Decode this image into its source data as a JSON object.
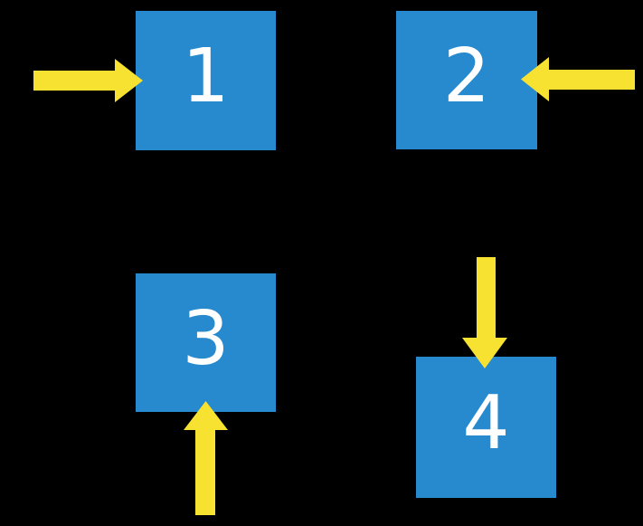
{
  "colors": {
    "background": "#000000",
    "square_fill": "#2789CE",
    "arrow_fill": "#F7E231",
    "label_text": "#FFFFFF"
  },
  "diagram": {
    "description": "Four blue squares on black background, each pointed at by a yellow block arrow",
    "squares": [
      {
        "label": "1",
        "position": "top-left",
        "arrow_points": "right, into left side of square"
      },
      {
        "label": "2",
        "position": "top-right",
        "arrow_points": "left, into right side of square"
      },
      {
        "label": "3",
        "position": "bottom-left",
        "arrow_points": "up, into bottom side of square"
      },
      {
        "label": "4",
        "position": "bottom-right",
        "arrow_points": "down, into top side of square"
      }
    ]
  }
}
